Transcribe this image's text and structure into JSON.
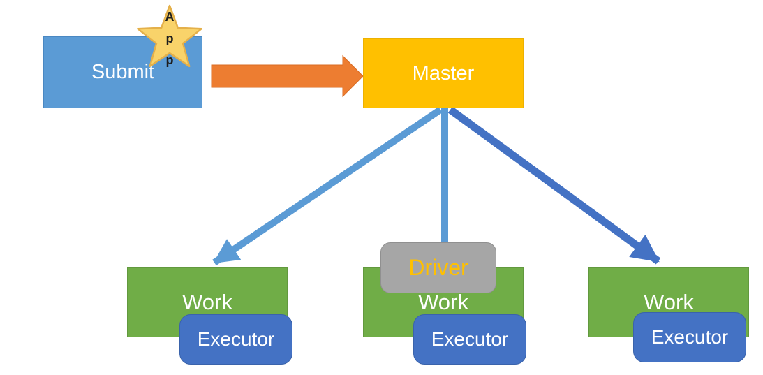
{
  "diagram": {
    "app_star": {
      "letters": [
        "A",
        "p",
        "p"
      ]
    },
    "submit": {
      "label": "Submit"
    },
    "master": {
      "label": "Master"
    },
    "driver": {
      "label": "Driver"
    },
    "workers": [
      {
        "work": "Work",
        "executor": "Executor"
      },
      {
        "work": "Work",
        "executor": "Executor"
      },
      {
        "work": "Work",
        "executor": "Executor"
      }
    ],
    "colors": {
      "submit_blue": "#5B9BD5",
      "master_gold": "#FFC000",
      "worker_green": "#70AD47",
      "executor_blue": "#4472C4",
      "driver_gray": "#A6A6A6",
      "driver_text_gold": "#FFC000",
      "block_arrow_orange": "#ED7D31",
      "connector_light_blue": "#5B9BD5",
      "connector_dark_blue": "#4472C4",
      "star_gold": "#F9D36A"
    }
  }
}
